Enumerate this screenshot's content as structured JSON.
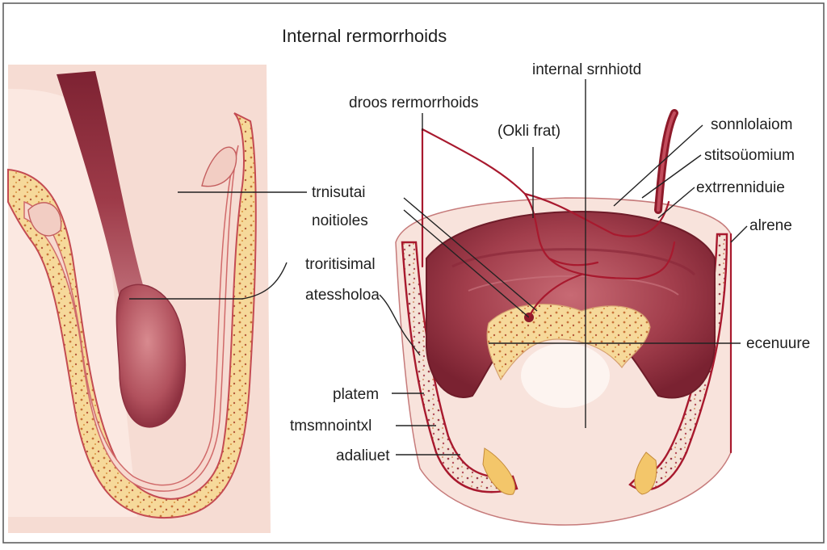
{
  "title": "Internal rermorrhoids",
  "labels": {
    "internal_top": "internal srnhiotd",
    "droos": "droos rermorrhoids",
    "okli": "(Okli frat)",
    "sonnlolaiom": "sonnlolaiom",
    "stitsolomium": "stitsoüomium",
    "extrenniduie": "extrrenniduie",
    "alrene": "alrene",
    "trnisutai": "trnisutai",
    "noitioles": "noitioles",
    "troritisimal": "troritisimal",
    "atessholoa": "atessholoa",
    "ecenuure": "ecenuure",
    "platem": "platem",
    "tmsmnoinitxl": "tmsmnointxl",
    "adaliuet": "adaliuet"
  },
  "colors": {
    "skin": "#f6dcd3",
    "tissue_light": "#fbe9e2",
    "muscle": "#a84050",
    "muscle_dark": "#7e2331",
    "fat": "#f3d38a",
    "vessel": "#a8192e",
    "border": "#555555"
  }
}
